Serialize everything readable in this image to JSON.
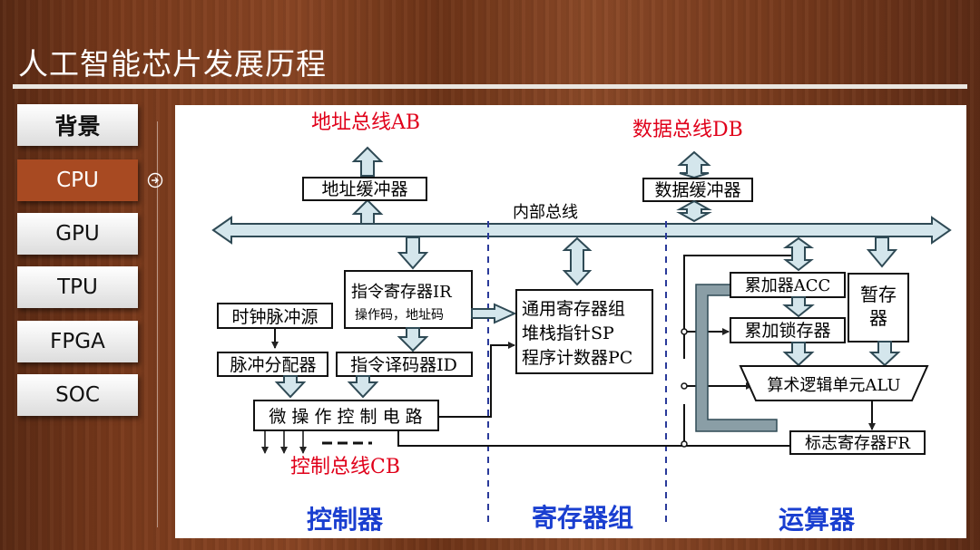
{
  "slide_title": "人工智能芯片发展历程",
  "tabs": [
    {
      "label": "背景"
    },
    {
      "label": "CPU"
    },
    {
      "label": "GPU"
    },
    {
      "label": "TPU"
    },
    {
      "label": "FPGA"
    },
    {
      "label": "SOC"
    }
  ],
  "diagram": {
    "address_bus": "地址总线AB",
    "data_bus": "数据总线DB",
    "address_buffer": "地址缓冲器",
    "data_buffer": "数据缓冲器",
    "internal_bus": "内部总线",
    "clock_source": "时钟脉冲源",
    "pulse_distributor": "脉冲分配器",
    "ir_title": "指令寄存器IR",
    "ir_sub": "操作码，地址码",
    "instruction_decoder": "指令译码器ID",
    "micro_control": "微 操 作 控 制 电 路",
    "control_bus": "控制总线CB",
    "register_group": [
      "通用寄存器组",
      "堆栈指针SP",
      "程序计数器PC"
    ],
    "accumulator": "累加器ACC",
    "temp_register": [
      "暂存",
      "器"
    ],
    "acc_latch": "累加锁存器",
    "alu": "算术逻辑单元ALU",
    "flag_register": "标志寄存器FR",
    "section_controller": "控制器",
    "section_registers": "寄存器组",
    "section_alu": "运算器"
  },
  "colors": {
    "accent_active": "#a84a22",
    "bus_fill": "#d4e6ec",
    "bus_stroke": "#2f4a55",
    "red_label": "#e0001a",
    "blue_label": "#1a3fd0",
    "divider": "#2a3a9a",
    "feedback_path": "#8a9ea6"
  },
  "icons": {
    "tab_arrow": "circle-arrow-right-icon"
  }
}
